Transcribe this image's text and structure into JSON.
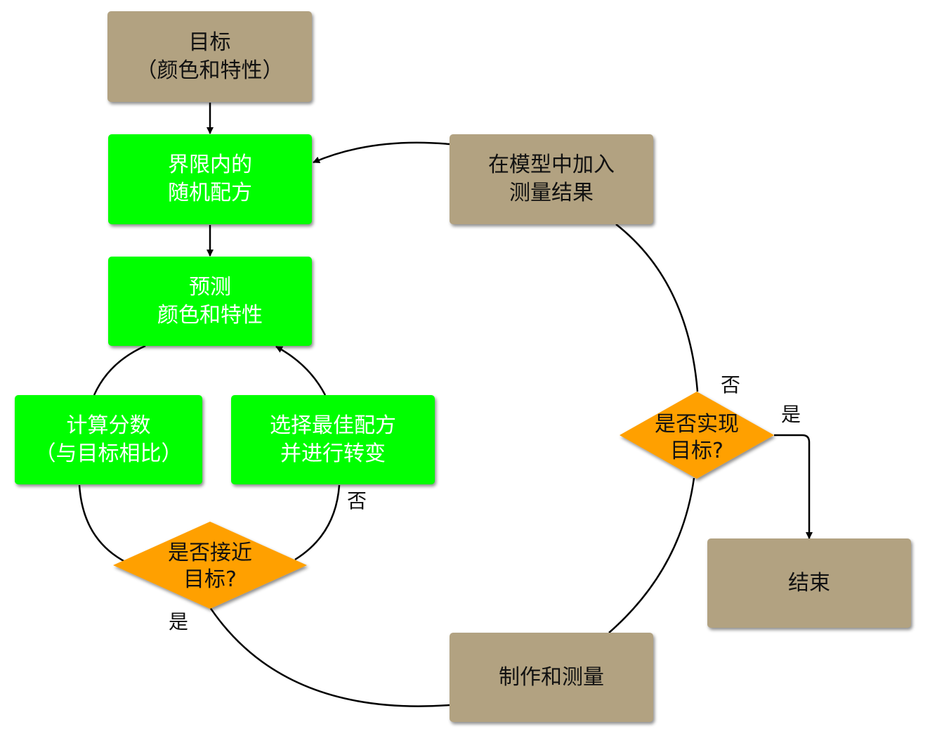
{
  "colors": {
    "tan_box": "#b2a281",
    "green_box": "#00ff00",
    "decision_diamond": "#ffa000",
    "connector": "#000000"
  },
  "nodes": {
    "target": {
      "line1": "目标",
      "line2": "（颜色和特性）"
    },
    "random_recipes": {
      "line1": "界限内的",
      "line2": "随机配方"
    },
    "predict": {
      "line1": "预测",
      "line2": "颜色和特性"
    },
    "calc_score": {
      "line1": "计算分数",
      "line2": "（与目标相比）"
    },
    "select_best": {
      "line1": "选择最佳配方",
      "line2": "并进行转变"
    },
    "close_decision": {
      "line1": "是否接近",
      "line2": "目标?"
    },
    "add_measurements": {
      "line1": "在模型中加入",
      "line2": "测量结果"
    },
    "goal_decision": {
      "line1": "是否实现",
      "line2": "目标?"
    },
    "make_measure": {
      "line1": "制作和测量"
    },
    "end": {
      "line1": "结束"
    }
  },
  "edge_labels": {
    "close_no": "否",
    "close_yes": "是",
    "goal_no": "否",
    "goal_yes": "是"
  }
}
